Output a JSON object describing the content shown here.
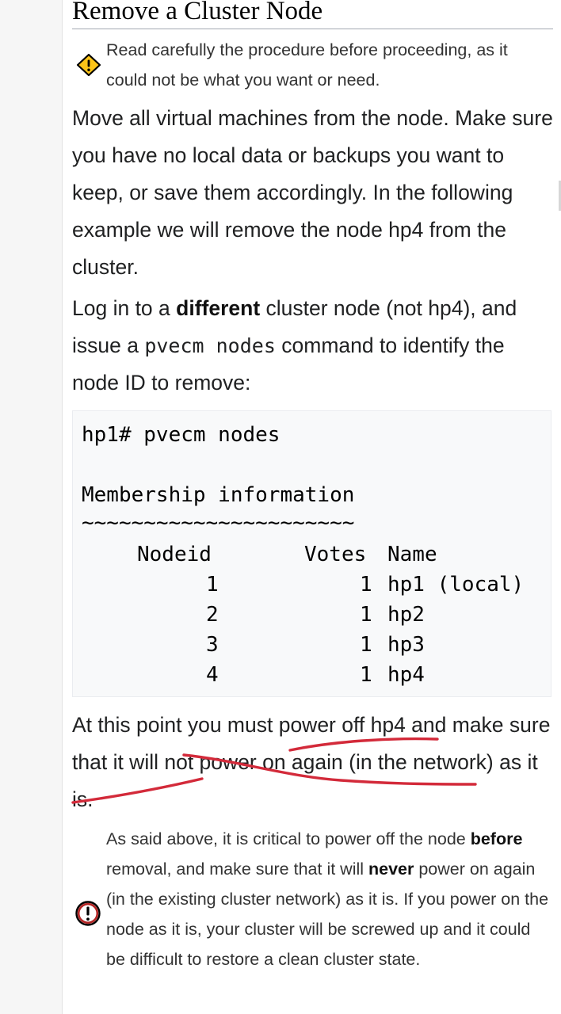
{
  "section_title": "Remove a Cluster Node",
  "warning_note": {
    "icon": "warning-diamond-icon",
    "text": "Read carefully the procedure before proceeding, as it could not be what you want or need."
  },
  "paragraphs": {
    "p1": "Move all virtual machines from the node. Make sure you have no local data or backups you want to keep, or save them accordingly. In the following example we will remove the node hp4 from the cluster.",
    "p2_a": "Log in to a ",
    "p2_bold": "different",
    "p2_b": " cluster node (not hp4), and issue a ",
    "p2_code": "pvecm nodes",
    "p2_c": " command to identify the node ID to remove:",
    "p3": "At this point you must power off hp4 and make sure that it will not power on again (in the network) as it is."
  },
  "code_block": {
    "prompt_line": "hp1# pvecm nodes",
    "membership_title": "Membership information",
    "underline": "~~~~~~~~~~~~~~~~~~~~~~",
    "headers": {
      "nodeid": "Nodeid",
      "votes": "Votes",
      "name": "Name"
    },
    "rows": [
      {
        "nodeid": "1",
        "votes": "1",
        "name": "hp1 (local)"
      },
      {
        "nodeid": "2",
        "votes": "1",
        "name": "hp2"
      },
      {
        "nodeid": "3",
        "votes": "1",
        "name": "hp3"
      },
      {
        "nodeid": "4",
        "votes": "1",
        "name": "hp4"
      }
    ]
  },
  "critical_note": {
    "icon": "critical-exclamation-icon",
    "t1": "As said above, it is critical to power off the node ",
    "b1": "before",
    "t2": " removal, and make sure that it will ",
    "b2": "never",
    "t3": " power on again (in the existing cluster network) as it is. If you power on the node as it is, your cluster will be screwed up and it could be difficult to restore a clean cluster state."
  },
  "colors": {
    "annotation_ink": "#d32a3a",
    "warning_fill": "#fcc419",
    "critical_outline": "#b32424"
  }
}
